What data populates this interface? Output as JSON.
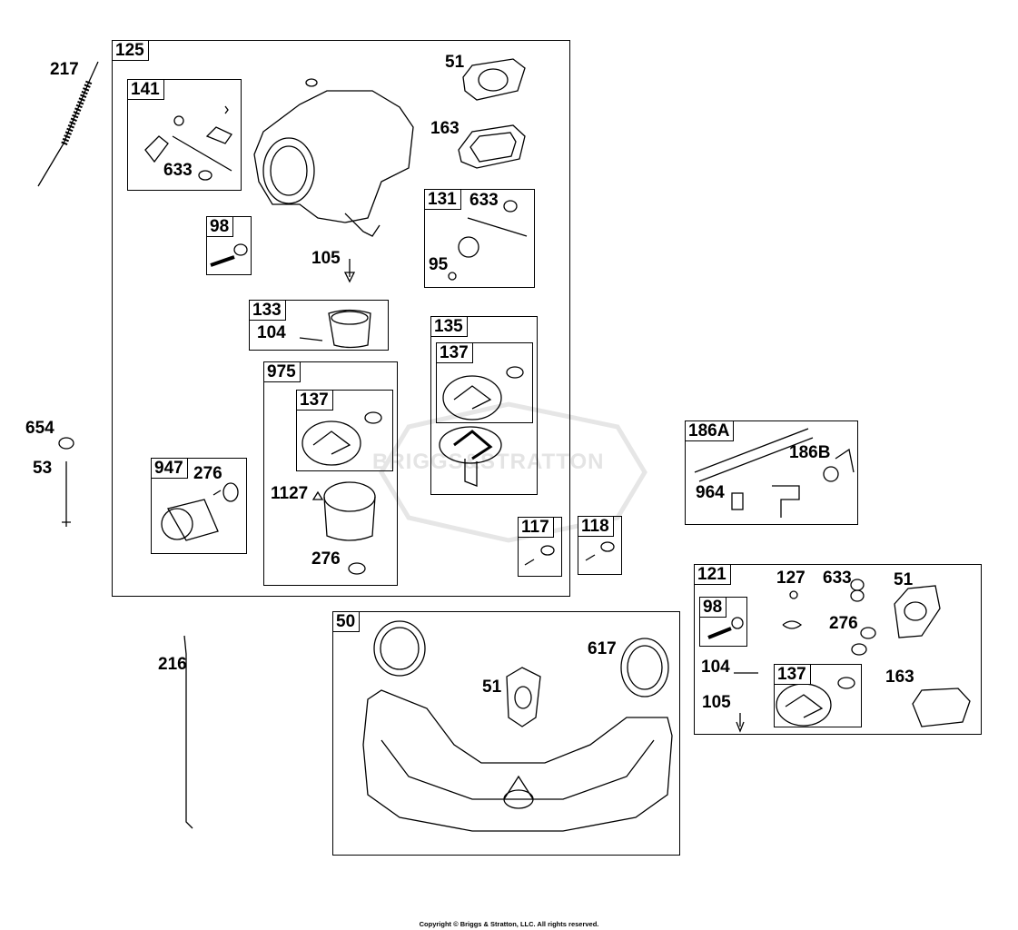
{
  "diagram": {
    "watermark": "BRIGGS&STRATTON",
    "copyright": "Copyright © Briggs & Stratton, LLC. All rights reserved.",
    "box_tags": {
      "b125": "125",
      "b141": "141",
      "b98a": "98",
      "b133": "133",
      "b131": "131",
      "b135": "135",
      "b137a": "137",
      "b975": "975",
      "b137b": "137",
      "b947": "947",
      "b117": "117",
      "b118": "118",
      "b186A": "186A",
      "b121": "121",
      "b98b": "98",
      "b137c": "137",
      "b50": "50"
    },
    "part_labels": {
      "p217": "217",
      "p51a": "51",
      "p163a": "163",
      "p633a": "633",
      "p633b": "633",
      "p95": "95",
      "p105a": "105",
      "p104a": "104",
      "p1127": "1127",
      "p276a": "276",
      "p276b": "276",
      "p654": "654",
      "p53": "53",
      "p216": "216",
      "p186B": "186B",
      "p964": "964",
      "p127": "127",
      "p633c": "633",
      "p51b": "51",
      "p276c": "276",
      "p104b": "104",
      "p105b": "105",
      "p163b": "163",
      "p617": "617",
      "p51c": "51"
    }
  }
}
